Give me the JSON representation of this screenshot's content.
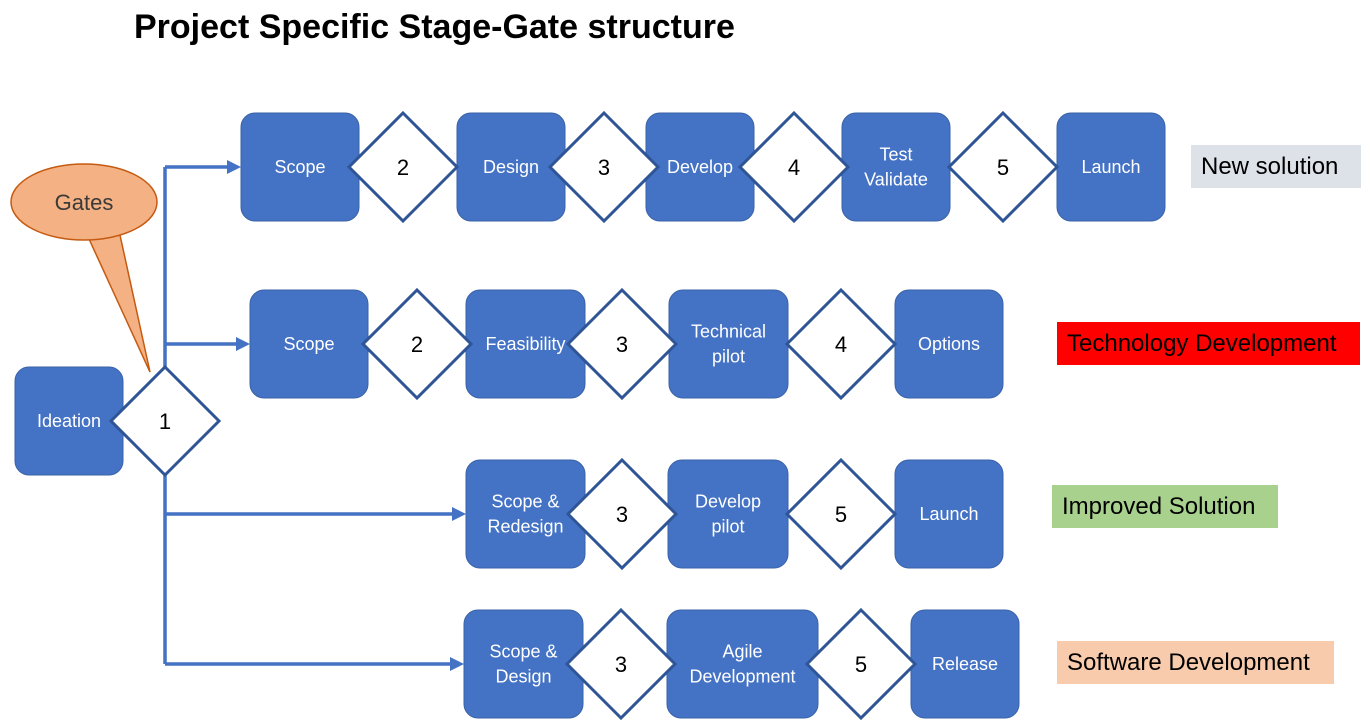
{
  "title": "Project Specific Stage-Gate structure",
  "callout": "Gates",
  "ideation": {
    "label": [
      "Ideation"
    ],
    "gate": "1"
  },
  "tracks": [
    {
      "label": "New solution",
      "label_color": "#DDE1E8",
      "stages": [
        [
          "Scope"
        ],
        [
          "Design"
        ],
        [
          "Develop"
        ],
        [
          "Test",
          "Validate"
        ],
        [
          "Launch"
        ]
      ],
      "gates": [
        "2",
        "3",
        "4",
        "5"
      ]
    },
    {
      "label": "Technology Development",
      "label_color": "#FF0000",
      "stages": [
        [
          "Scope"
        ],
        [
          "Feasibility"
        ],
        [
          "Technical",
          "pilot"
        ],
        [
          "Options"
        ]
      ],
      "gates": [
        "2",
        "3",
        "4"
      ]
    },
    {
      "label": "Improved Solution",
      "label_color": "#A9D18E",
      "stages": [
        [
          "Scope &",
          "Redesign"
        ],
        [
          "Develop",
          "pilot"
        ],
        [
          "Launch"
        ]
      ],
      "gates": [
        "3",
        "5"
      ]
    },
    {
      "label": "Software Development",
      "label_color": "#F8CBAD",
      "stages": [
        [
          "Scope &",
          "Design"
        ],
        [
          "Agile",
          "Development"
        ],
        [
          "Release"
        ]
      ],
      "gates": [
        "3",
        "5"
      ]
    }
  ],
  "colors": {
    "stage": "#4472C4",
    "gate_border": "#2F5597",
    "connector": "#4472C4",
    "callout": "#F4B183"
  }
}
